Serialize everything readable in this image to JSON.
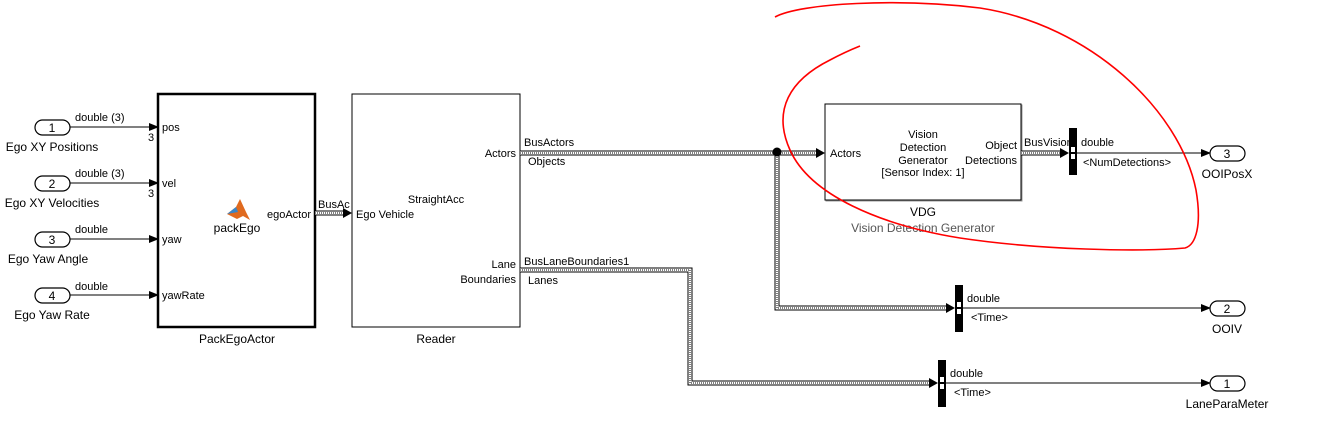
{
  "inports": [
    {
      "number": "1",
      "name": "Ego XY Positions",
      "signal": "double (3)",
      "dim": "3"
    },
    {
      "number": "2",
      "name": "Ego XY Velocities",
      "signal": "double (3)",
      "dim": "3"
    },
    {
      "number": "3",
      "name": "Ego Yaw Angle",
      "signal": "double"
    },
    {
      "number": "4",
      "name": "Ego Yaw Rate",
      "signal": "double"
    }
  ],
  "pack_block": {
    "name": "PackEgoActor",
    "function": "packEgo",
    "inputs": [
      "pos",
      "vel",
      "yaw",
      "yawRate"
    ],
    "output": "egoActor",
    "out_signal": "BusAc"
  },
  "reader_block": {
    "name": "Reader",
    "title": "StraightAcc",
    "input": "Ego Vehicle",
    "out_actors": "Actors",
    "out_lane_1": "Lane",
    "out_lane_2": "Boundaries",
    "actors_bus": "BusActors",
    "actors_sig": "Objects",
    "lanes_bus": "BusLaneBoundaries1",
    "lanes_sig": "Lanes"
  },
  "vdg_block": {
    "name": "VDG",
    "subtitle": "Vision Detection Generator",
    "line1": "Vision",
    "line2": "Detection",
    "line3": "Generator",
    "line4": "[Sensor Index: 1]",
    "input": "Actors",
    "out1": "Object",
    "out2": "Detections",
    "out_bus": "BusVision"
  },
  "selectors": [
    {
      "type": "double",
      "element": "<NumDetections>"
    },
    {
      "type": "double",
      "element": "<Time>"
    },
    {
      "type": "double",
      "element": "<Time>"
    }
  ],
  "outports": [
    {
      "number": "3",
      "name": "OOIPosX"
    },
    {
      "number": "2",
      "name": "OOIV"
    },
    {
      "number": "1",
      "name": "LaneParaMeter"
    }
  ],
  "colors": {
    "annotation": "#ff0000"
  }
}
